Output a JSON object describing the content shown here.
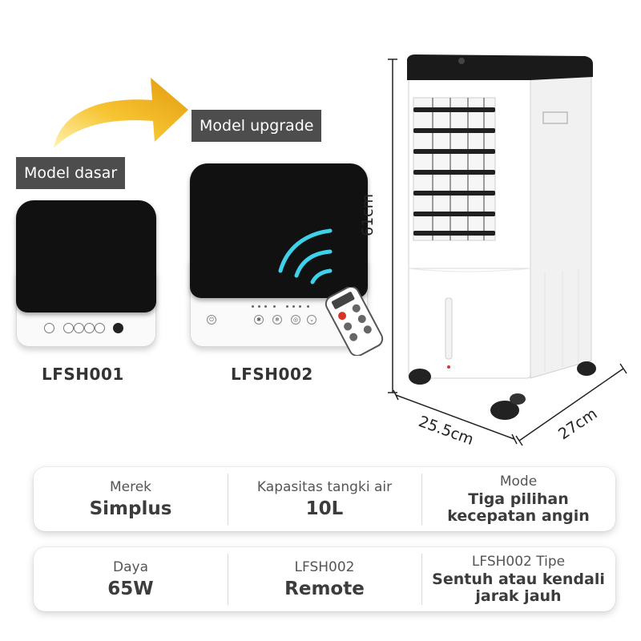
{
  "comparison": {
    "basic_label": "Model dasar",
    "upgrade_label": "Model upgrade",
    "basic_model": "LFSH001",
    "upgrade_model": "LFSH002"
  },
  "dimensions": {
    "height": "61cm",
    "width": "25.5cm",
    "depth": "27cm"
  },
  "specs": {
    "row1": [
      {
        "label": "Merek",
        "value": "Simplus"
      },
      {
        "label": "Kapasitas tangki air",
        "value": "10L"
      },
      {
        "label": "Mode",
        "value_line1": "Tiga pilihan",
        "value_line2": "kecepatan angin"
      }
    ],
    "row2": [
      {
        "label": "Daya",
        "value": "65W"
      },
      {
        "label": "LFSH002",
        "value": "Remote"
      },
      {
        "label": "LFSH002 Tipe",
        "value_line1": "Sentuh atau kendali",
        "value_line2": "jarak jauh"
      }
    ]
  },
  "colors": {
    "tag_bg": "#4d4d4d",
    "arrow_gold": "#f2b51d",
    "signal_blue": "#3fd0ea",
    "remote_red": "#d8352a"
  },
  "icons": [
    "curved-arrow-icon",
    "signal-waves-icon",
    "remote-control-icon"
  ]
}
